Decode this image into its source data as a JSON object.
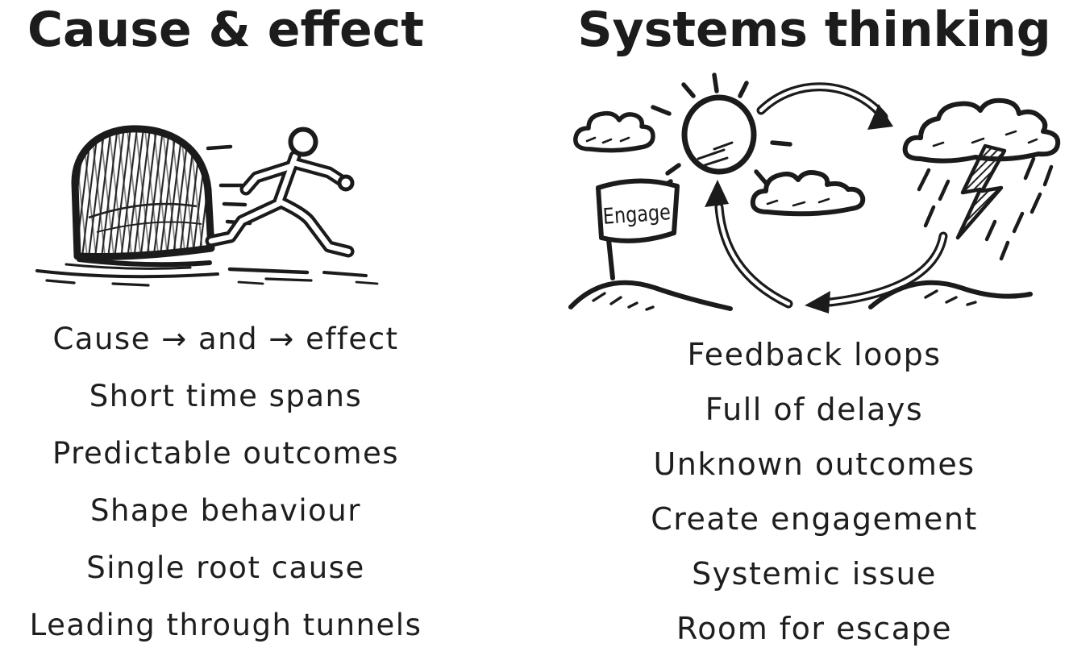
{
  "page": {
    "background": "#ffffff",
    "ink": "#1c1c1c"
  },
  "left": {
    "title": "Cause & effect",
    "illustration": "tunnel-runner-drawing",
    "items": [
      "Cause → and → effect",
      "Short time spans",
      "Predictable outcomes",
      "Shape behaviour",
      "Single root cause",
      "Leading through tunnels"
    ]
  },
  "right": {
    "title": "Systems thinking",
    "illustration": "weather-cycle-drawing",
    "flag_label": "Engage",
    "items": [
      "Feedback loops",
      "Full of delays",
      "Unknown outcomes",
      "Create engagement",
      "Systemic issue",
      "Room for escape"
    ]
  }
}
